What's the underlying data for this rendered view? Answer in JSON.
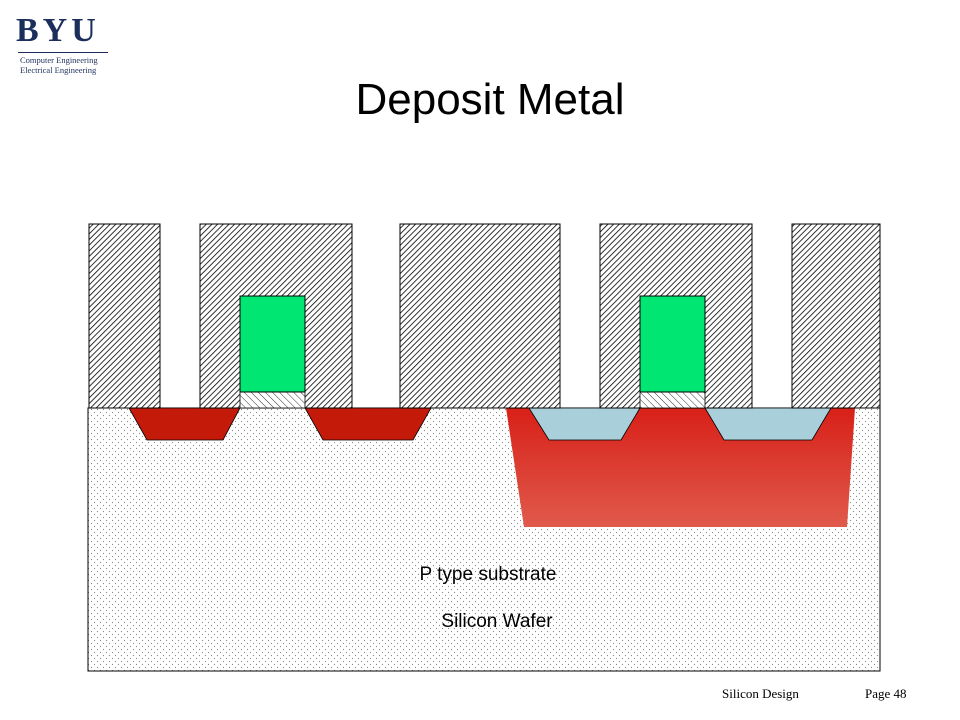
{
  "logo": {
    "main": "BYU",
    "line1": "Computer Engineering",
    "line2": "Electrical Engineering"
  },
  "title": "Deposit Metal",
  "diagram": {
    "labels": {
      "substrate": "P type substrate",
      "wafer": "Silicon Wafer"
    },
    "colors": {
      "metal_hatch": "#000000",
      "polysilicon": "#00e672",
      "n_diffusion": "#c41a0a",
      "n_well_top": "#d82018",
      "n_well_bottom": "#e05a4c",
      "p_diffusion": "#a9cfdb",
      "substrate_dots": "#888888"
    }
  },
  "footer": {
    "left": "Silicon Design",
    "right": "Page 48"
  }
}
